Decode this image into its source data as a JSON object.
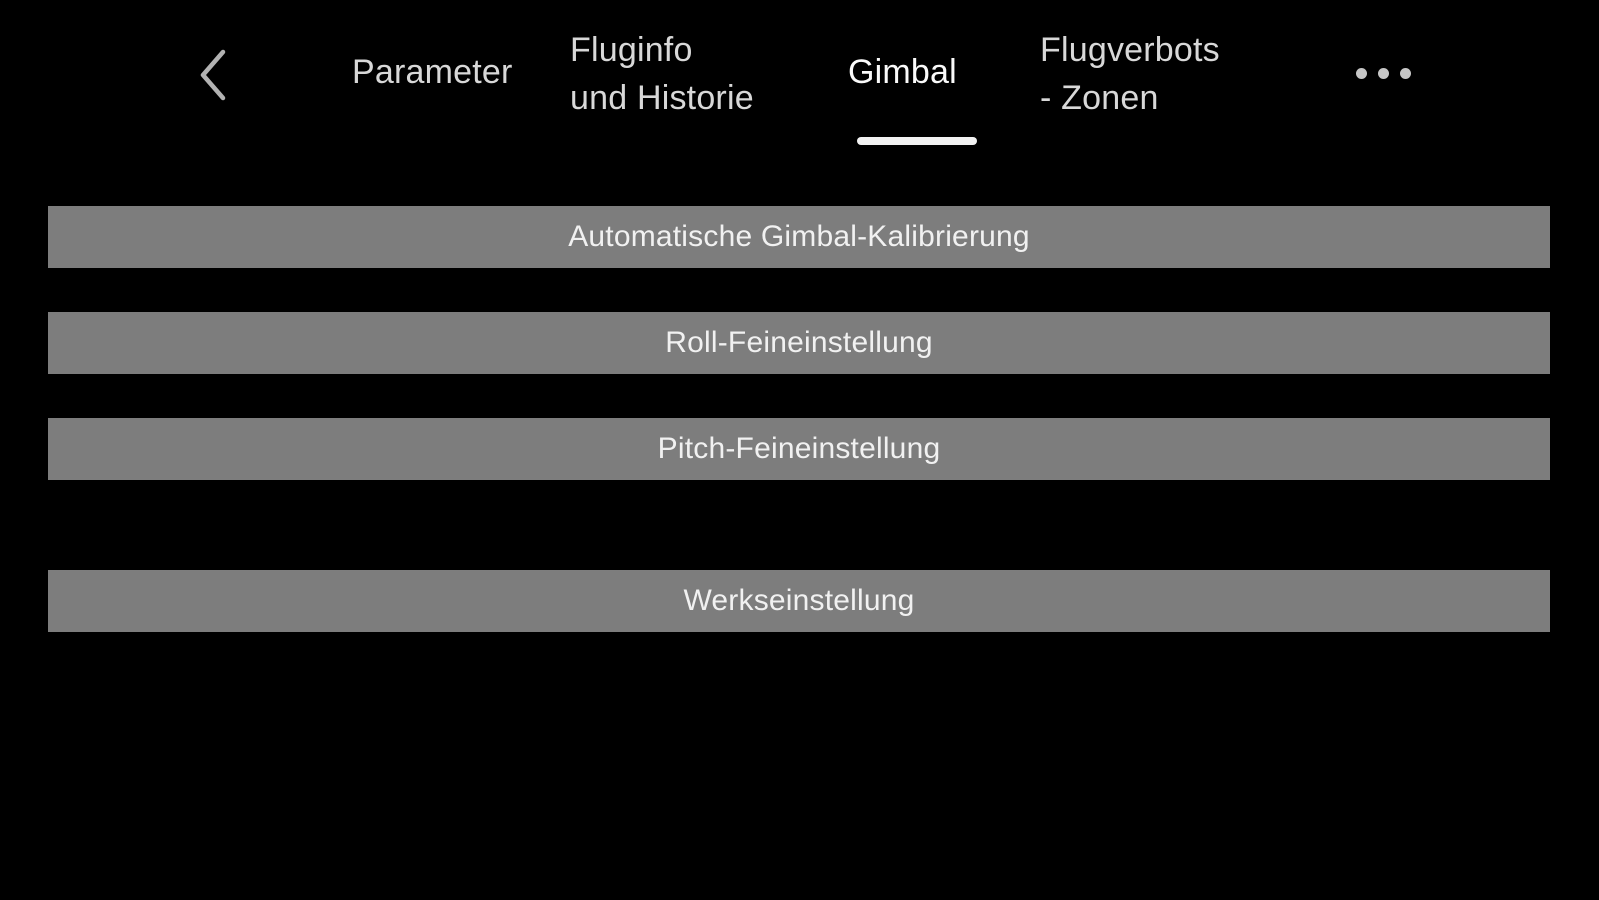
{
  "colors": {
    "background": "#000000",
    "button_bg": "#7d7d7d",
    "button_text": "#f1f1f1",
    "tab_inactive": "#d8d8d8",
    "tab_active": "#fafafa",
    "underline": "#f2f2f2"
  },
  "header": {
    "back_icon": "chevron-left",
    "more_icon": "ellipsis",
    "tabs": [
      {
        "label": "Parameter",
        "active": false
      },
      {
        "label": "Fluginfo\nund Historie",
        "active": false
      },
      {
        "label": "Gimbal",
        "active": true
      },
      {
        "label": "Flugverbots\n- Zonen",
        "active": false
      }
    ]
  },
  "main": {
    "buttons": [
      {
        "label": "Automatische Gimbal-Kalibrierung"
      },
      {
        "label": "Roll-Feineinstellung"
      },
      {
        "label": "Pitch-Feineinstellung"
      },
      {
        "label": "Werkseinstellung"
      }
    ]
  }
}
